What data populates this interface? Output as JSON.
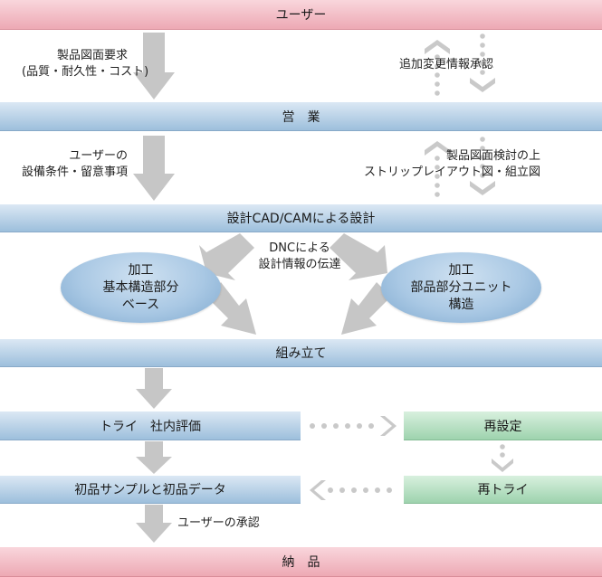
{
  "stages": {
    "user": "ユーザー",
    "sales": "営　業",
    "design": "設計CAD/CAMによる設計",
    "assembly": "組み立て",
    "trial": "トライ　社内評価",
    "resetting": "再設定",
    "sample": "初品サンプルと初品データ",
    "retry": "再トライ",
    "delivery": "納　品"
  },
  "notes": {
    "requirements_line1": "製品図面要求",
    "requirements_line2": "(品質・耐久性・コスト)",
    "approval": "追加変更情報承認",
    "conditions_line1": "ユーザーの",
    "conditions_line2": "設備条件・留意事項",
    "study_line1": "製品図面検討の上",
    "study_line2": "ストリップレイアウト図・組立図",
    "dnc_line1": "DNCによる",
    "dnc_line2": "設計情報の伝達",
    "user_approval": "ユーザーの承認"
  },
  "ovals": {
    "left": "加工\n基本構造部分\nベース",
    "right": "加工\n部品部分ユニット\n構造"
  },
  "colors": {
    "arrow_gray": "#c6c6c6",
    "dot_gray": "#c9c9c9"
  }
}
